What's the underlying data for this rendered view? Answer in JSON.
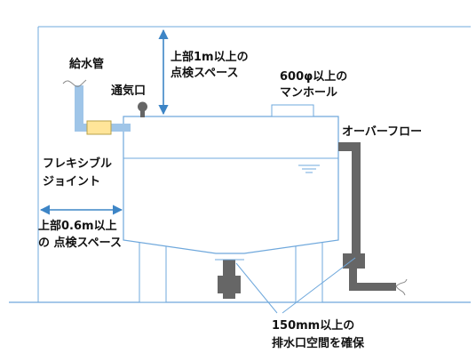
{
  "labels": {
    "supply_pipe": "給水管",
    "vent": "通気口",
    "top_clearance_1": "上部1m以上の",
    "top_clearance_2": "点検スペース",
    "manhole_1": "600φ以上の",
    "manhole_2": "マンホール",
    "overflow": "オーバーフロー",
    "flexible_1": "フレキシブル",
    "flexible_2": "ジョイント",
    "side_clearance_1": "上部0.6m以上",
    "side_clearance_2": "の 点検スペース",
    "drain_space_1": "150mm以上の",
    "drain_space_2": "排水口空間を確保"
  },
  "colors": {
    "line": "#6fa8dc",
    "pipe_blue": "#9fc5e8",
    "flex_joint": "#ffe599",
    "pipe_gray": "#666666",
    "text": "#111111"
  }
}
